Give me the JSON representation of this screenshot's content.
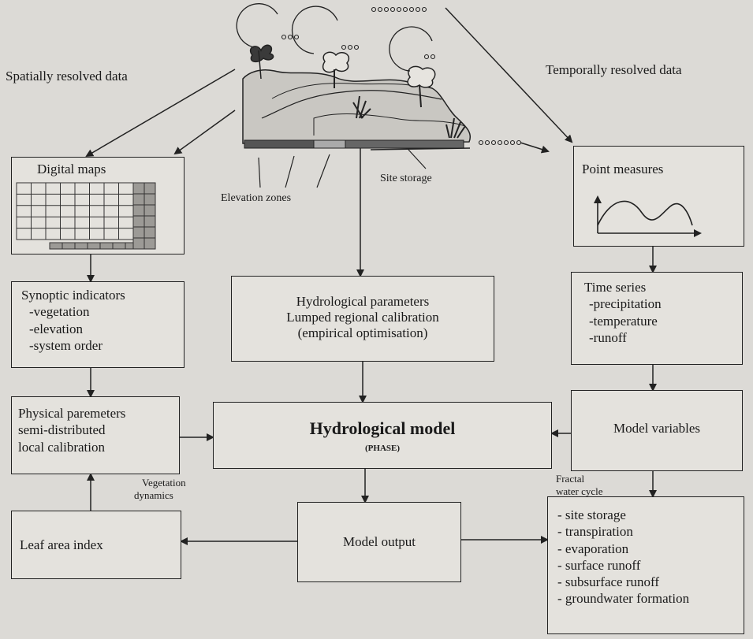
{
  "headings": {
    "spatial": "Spatially resolved data",
    "temporal": "Temporally resolved data"
  },
  "illustration_labels": {
    "elevation_zones": "Elevation zones",
    "site_storage": "Site storage"
  },
  "boxes": {
    "digital_maps": "Digital maps",
    "point_measures": "Point measures",
    "synoptic": [
      "Synoptic indicators",
      "-vegetation",
      "-elevation",
      "-system order"
    ],
    "hydro_params": [
      "Hydrological parameters",
      "Lumped regional calibration",
      "(empirical optimisation)"
    ],
    "time_series": [
      "Time series",
      "-precipitation",
      "-temperature",
      "-runoff"
    ],
    "physical": [
      "Physical paremeters",
      "semi-distributed",
      "local calibration"
    ],
    "model_title": "Hydrological model",
    "model_subtitle": "(PHASE)",
    "model_variables": "Model variables",
    "leaf_area": "Leaf area index",
    "model_output": "Model output",
    "outputs": [
      "- site storage",
      "- transpiration",
      "- evaporation",
      "- surface runoff",
      "- subsurface runoff",
      "- groundwater formation"
    ]
  },
  "annotations": {
    "vegetation_dynamics": [
      "Vegetation",
      "dynamics"
    ],
    "fractal_water_cycle": [
      "Fractal",
      "water cycle"
    ]
  },
  "colors": {
    "background": "#dcdad6",
    "line": "#222222",
    "hill_fill": "#c9c7c2",
    "grid_shade": "#9c9a96"
  }
}
